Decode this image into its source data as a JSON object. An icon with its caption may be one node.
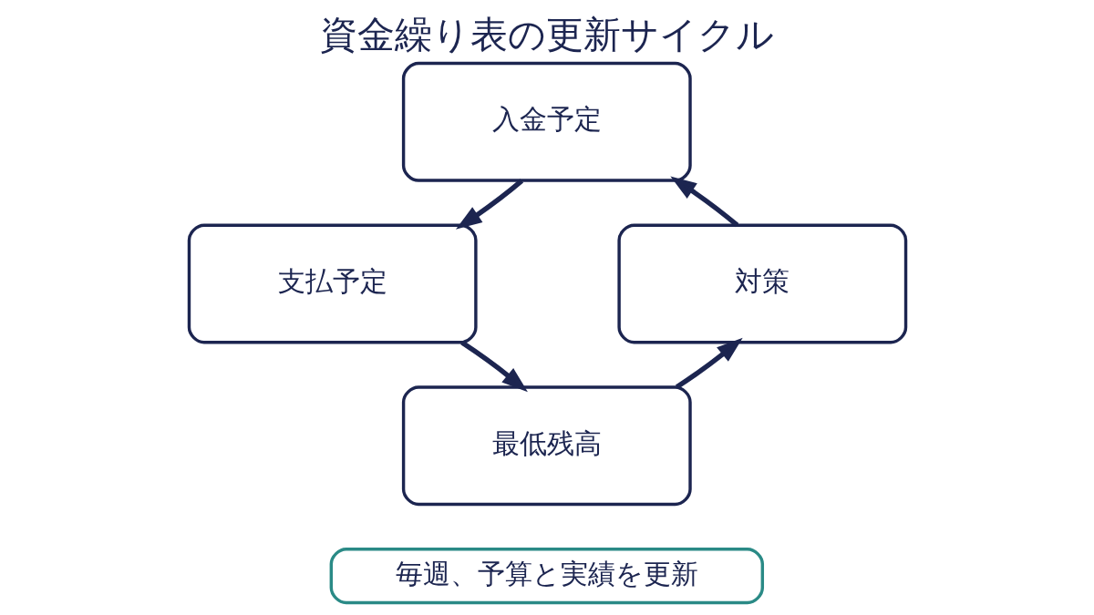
{
  "diagram": {
    "title": "資金繰り表の更新サイクル",
    "nodes": [
      {
        "text": [
          "入金予定"
        ]
      },
      {
        "text": [
          "支払予定"
        ]
      },
      {
        "text": [
          "最低残高"
        ]
      },
      {
        "text": [
          "対策"
        ]
      },
      {
        "text": [
          "毎週、予算と実績を更新"
        ]
      }
    ],
    "edges": [
      {
        "from": 0,
        "to": 1,
        "arrow": "to"
      },
      {
        "from": 1,
        "to": 2,
        "arrow": "to"
      },
      {
        "from": 2,
        "to": 3,
        "arrow": "to"
      },
      {
        "from": 3,
        "to": 0,
        "arrow": "to"
      }
    ]
  }
}
